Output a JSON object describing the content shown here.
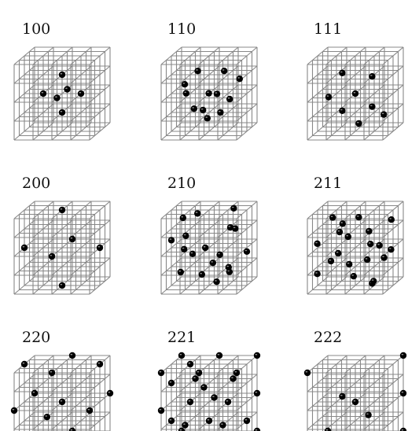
{
  "figure": {
    "wire_color": "#888888",
    "dot_color": "#000000",
    "panels": [
      {
        "label": "100"
      },
      {
        "label": "110"
      },
      {
        "label": "111"
      },
      {
        "label": "200"
      },
      {
        "label": "210"
      },
      {
        "label": "211"
      },
      {
        "label": "220"
      },
      {
        "label": "221"
      },
      {
        "label": "222"
      }
    ]
  }
}
